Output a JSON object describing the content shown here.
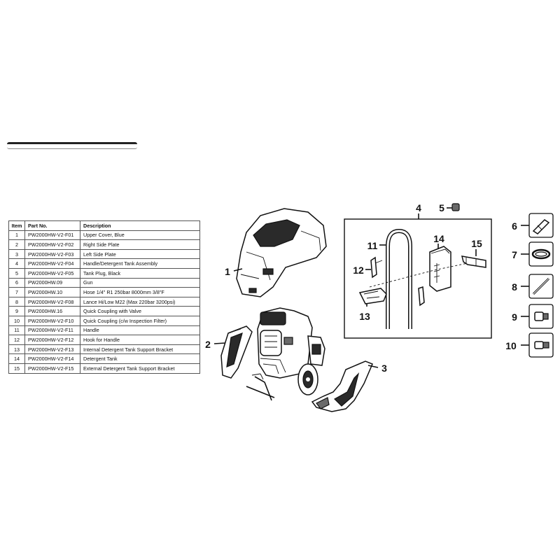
{
  "table": {
    "headers": {
      "item": "Item",
      "part_no": "Part No.",
      "description": "Description"
    },
    "rows": [
      {
        "item": "1",
        "part_no": "PW2000HW-V2-F01",
        "description": "Upper Cover, Blue"
      },
      {
        "item": "2",
        "part_no": "PW2000HW-V2-F02",
        "description": "Right Side Plate"
      },
      {
        "item": "3",
        "part_no": "PW2000HW-V2-F03",
        "description": "Left Side Plate"
      },
      {
        "item": "4",
        "part_no": "PW2000HW-V2-F04",
        "description": "Handle/Detergent Tank Assembly"
      },
      {
        "item": "5",
        "part_no": "PW2000HW-V2-F05",
        "description": "Tank Plug, Black"
      },
      {
        "item": "6",
        "part_no": "PW2000HW.09",
        "description": "Gun"
      },
      {
        "item": "7",
        "part_no": "PW2000HW.10",
        "description": "Hose 1/4\" R1 250bar 8000mm 3/8\"F"
      },
      {
        "item": "8",
        "part_no": "PW2000HW-V2-F08",
        "description": "Lance Hi/Low M22 (Max 220bar 3200psi)"
      },
      {
        "item": "9",
        "part_no": "PW2000HW.16",
        "description": "Quick Coupling with Valve"
      },
      {
        "item": "10",
        "part_no": "PW2000HW-V2-F10",
        "description": "Quick Coupling (c/w Inspection Filter)"
      },
      {
        "item": "11",
        "part_no": "PW2000HW-V2-F11",
        "description": "Handle"
      },
      {
        "item": "12",
        "part_no": "PW2000HW-V2-F12",
        "description": "Hook for Handle"
      },
      {
        "item": "13",
        "part_no": "PW2000HW-V2-F13",
        "description": "Internal Detergent Tank Support Bracket"
      },
      {
        "item": "14",
        "part_no": "PW2000HW-V2-F14",
        "description": "Detergent Tank"
      },
      {
        "item": "15",
        "part_no": "PW2000HW-V2-F15",
        "description": "External Detergent Tank Support Bracket"
      }
    ]
  },
  "callouts": {
    "c1": "1",
    "c2": "2",
    "c3": "3",
    "c4": "4",
    "c5": "5",
    "c6": "6",
    "c7": "7",
    "c8": "8",
    "c9": "9",
    "c10": "10",
    "c11": "11",
    "c12": "12",
    "c13": "13",
    "c14": "14",
    "c15": "15"
  }
}
